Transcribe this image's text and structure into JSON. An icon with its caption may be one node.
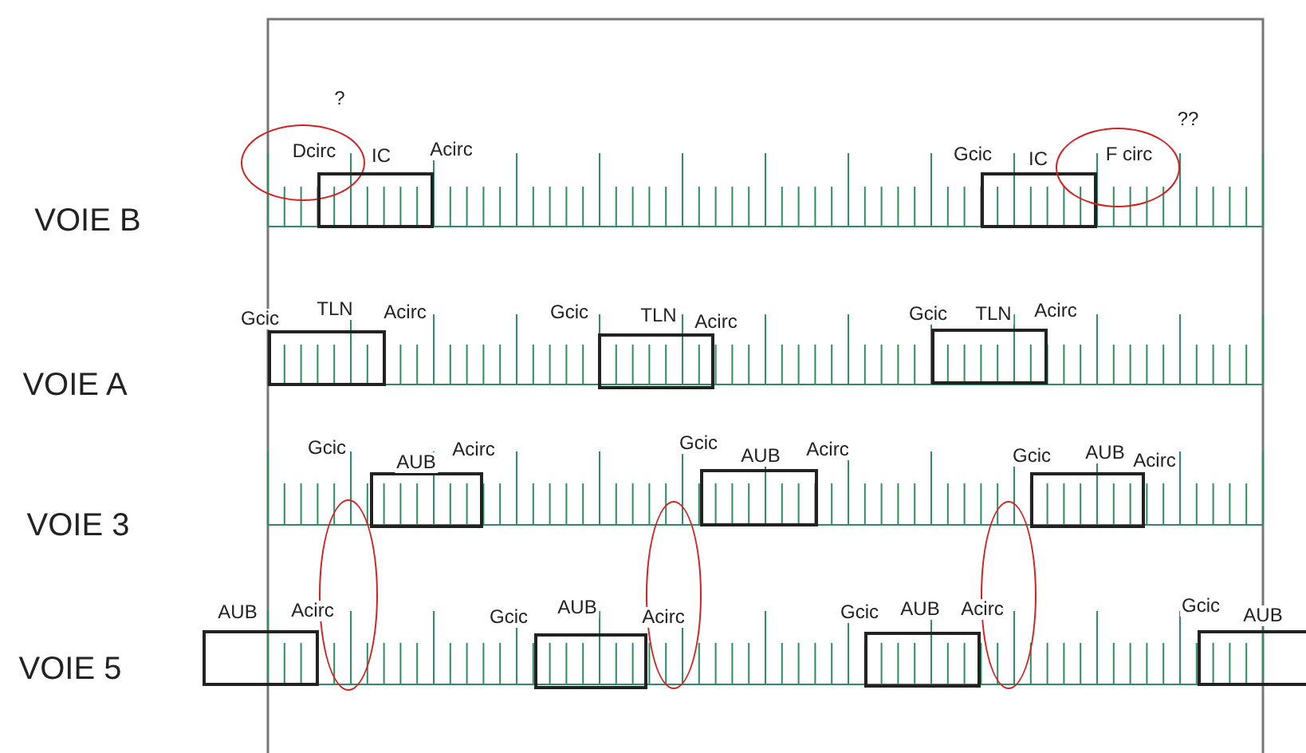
{
  "diagram": {
    "nodes": [
      {
        "text": [
          "Dcirc"
        ]
      },
      {
        "text": [
          "IC"
        ]
      },
      {
        "text": [
          "IC"
        ]
      },
      {
        "text": [
          "F circ"
        ]
      },
      {
        "text": [
          "TLN"
        ]
      },
      {
        "text": [
          "TLN"
        ]
      },
      {
        "text": [
          "TLN"
        ]
      },
      {
        "text": [
          "AUB"
        ]
      },
      {
        "text": [
          "AUB"
        ]
      },
      {
        "text": [
          "AUB"
        ]
      },
      {
        "text": [],
        "shape": "ellipse"
      },
      {
        "text": [],
        "shape": "ellipse"
      },
      {
        "text": [],
        "shape": "ellipse"
      },
      {
        "text": [
          "AUB"
        ]
      },
      {
        "text": [
          "AUB"
        ]
      },
      {
        "text": [
          "AUB"
        ]
      },
      {
        "text": [
          "AUB"
        ]
      }
    ],
    "labels": [
      "?",
      "??",
      "Acirc",
      "Gcic",
      "VOIE B",
      "Gcic",
      "Acirc",
      "Gcic",
      "Acirc",
      "Gcic",
      "Acirc",
      "VOIE A",
      "Gcic",
      "Acirc",
      "Gcic",
      "Acirc",
      "Gcic",
      "Acirc",
      "VOIE 3",
      "Acirc",
      "Gcic",
      "Acirc",
      "Gcic",
      "Acirc",
      "Gcic",
      "VOIE 5"
    ]
  }
}
